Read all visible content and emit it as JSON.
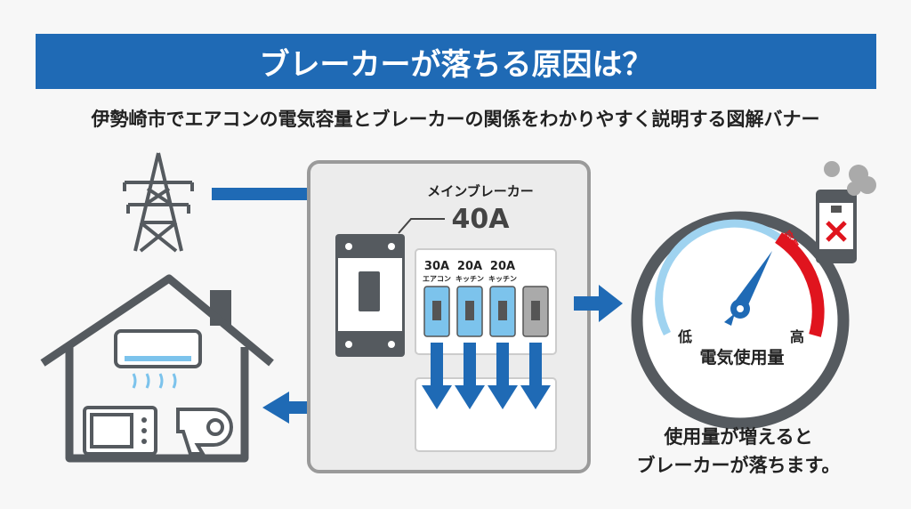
{
  "title": "ブレーカーが落ちる原因は？",
  "subtitle": "伊勢崎市でエアコンの電気容量とブレーカーの関係をわかりやすく説明する図解バナー",
  "panel": {
    "main_label": "メインブレーカー",
    "main_amps": "40A",
    "branches": [
      {
        "amps": "30A",
        "label": "エアコン"
      },
      {
        "amps": "20A",
        "label": "キッチン"
      },
      {
        "amps": "20A",
        "label": "キッチン"
      }
    ]
  },
  "gauge": {
    "low": "低",
    "high": "高",
    "label": "電気使用量",
    "over_label": "容量オーバー"
  },
  "caption": {
    "line1": "使用量が増えると",
    "line2": "ブレーカーが落ちます。"
  },
  "colors": {
    "accent": "#1f6ab5",
    "light_blue": "#7cc3ec",
    "danger": "#e0141e",
    "gray": "#555a5f"
  }
}
